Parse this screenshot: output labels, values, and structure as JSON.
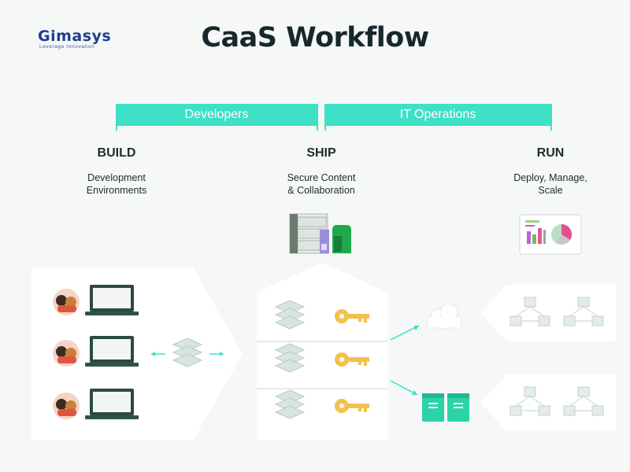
{
  "logo": {
    "name": "Gimasys",
    "tagline": "Leverage Innovation"
  },
  "title": "CaaS Workflow",
  "bands": {
    "left": "Developers",
    "right": "IT Operations"
  },
  "stages": [
    {
      "title": "BUILD",
      "line1": "Development",
      "line2": "Environments"
    },
    {
      "title": "SHIP",
      "line1": "Secure Content",
      "line2": "& Collaboration"
    },
    {
      "title": "RUN",
      "line1": "Deploy, Manage,",
      "line2": "Scale"
    }
  ],
  "colors": {
    "accent": "#3ee0c6",
    "title": "#16282c",
    "logo": "#1e3f8f",
    "key": "#f2c14e",
    "panel": "#ffffff"
  }
}
